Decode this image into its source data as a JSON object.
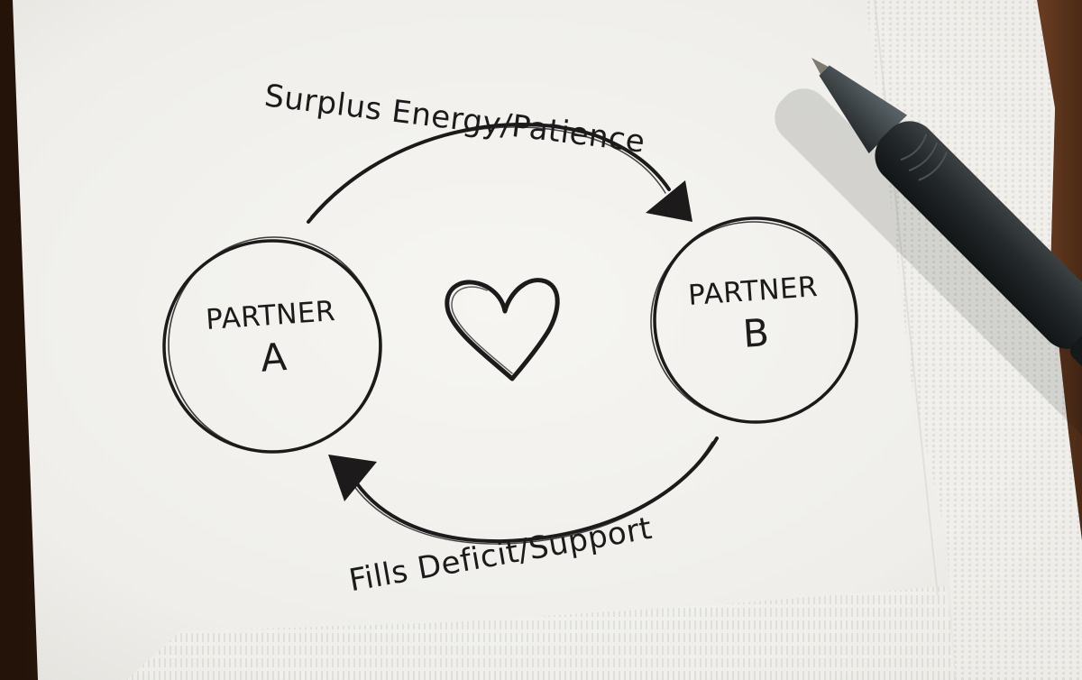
{
  "diagram": {
    "top_arrow_label": "Surplus Energy/Patience",
    "bottom_arrow_label": "Fills Deficit/Support",
    "partner_a": {
      "word": "PARTNER",
      "letter": "A"
    },
    "partner_b": {
      "word": "PARTNER",
      "letter": "B"
    },
    "center_icon": "heart-icon",
    "top_arrow_direction": "partner-a-to-partner-b",
    "bottom_arrow_direction": "partner-b-to-partner-a"
  },
  "scene": {
    "background": "wooden-table",
    "medium": "paper-napkin",
    "prop": "pen-icon"
  },
  "colors": {
    "ink": "#1c1a1a",
    "napkin": "#f2f1ed",
    "napkin_shadow": "#e4e3df",
    "wood_dark": "#2a1810",
    "wood_mid": "#5a3420",
    "pen_body": "#1e2224",
    "pen_grip": "#2b3032"
  }
}
